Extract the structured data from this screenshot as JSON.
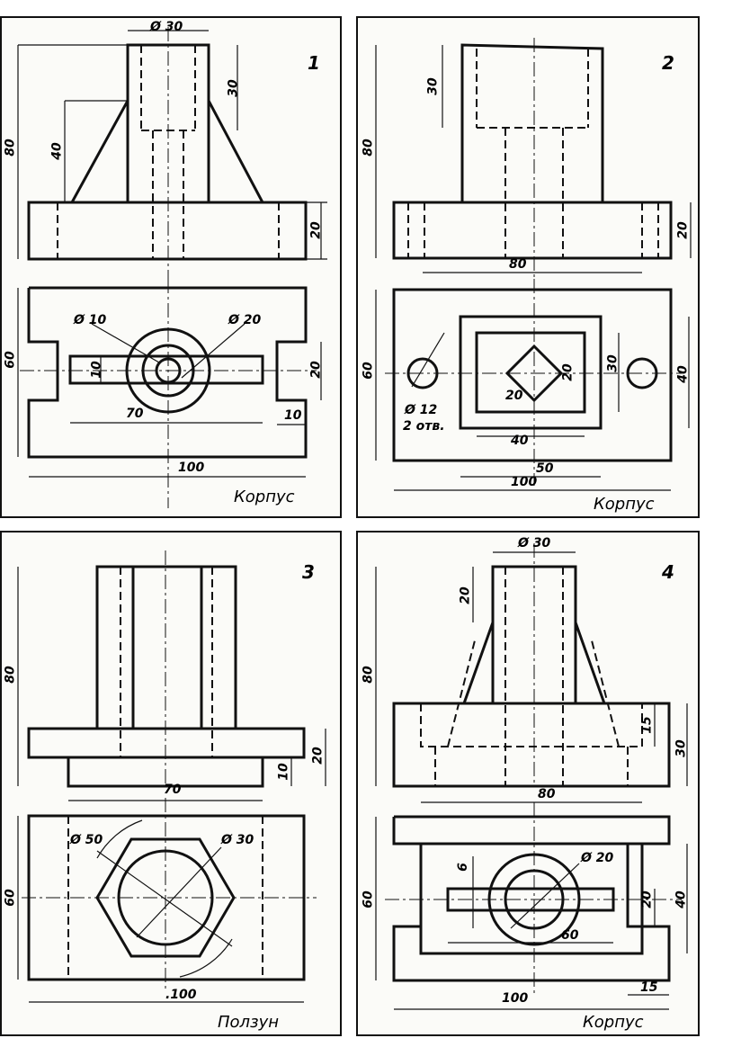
{
  "sheets": [
    {
      "number": "1",
      "caption": "Корпус",
      "dims": {
        "d30": "Ø 30",
        "h30": "30",
        "h80": "80",
        "h40": "40",
        "h20": "20",
        "d10": "Ø 10",
        "d20": "Ø 20",
        "w60": "60",
        "s10": "10",
        "w20": "20",
        "w70": "70",
        "w10": "10",
        "w100": "100"
      }
    },
    {
      "number": "2",
      "caption": "Корпус",
      "dims": {
        "h30": "30",
        "h80": "80",
        "h20": "20",
        "w80": "80",
        "w60": "60",
        "d12": "Ø 12",
        "holes": "2 отв.",
        "s20a": "20",
        "s20b": "20",
        "h30b": "30",
        "h40": "40",
        "w40": "40",
        "w50": "50",
        "w100": "100"
      }
    },
    {
      "number": "3",
      "caption": "Ползун",
      "dims": {
        "h80": "80",
        "h20": "20",
        "h10": "10",
        "w70": "70",
        "d50": "Ø 50",
        "d30": "Ø 30",
        "w60": "60",
        "w100": ".100"
      }
    },
    {
      "number": "4",
      "caption": "Корпус",
      "dims": {
        "d30": "Ø 30",
        "h20": "20",
        "h80": "80",
        "h15": "15",
        "h30": "30",
        "w80": "80",
        "w60": "60",
        "s6": "6",
        "d20": "Ø 20",
        "s20": "20",
        "h40": "40",
        "w60b": "60",
        "w100": "100",
        "w15": "15"
      }
    }
  ]
}
